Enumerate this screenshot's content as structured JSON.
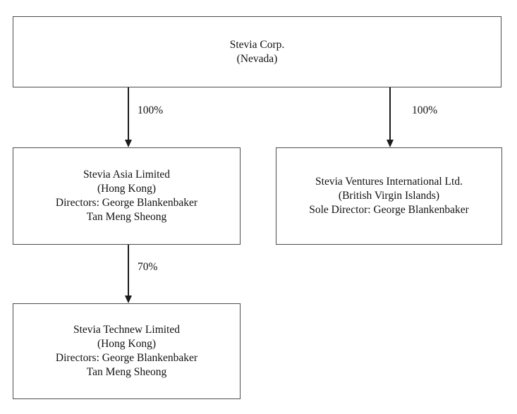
{
  "chart_data": {
    "type": "diagram",
    "diagram_kind": "organizational-ownership-chart",
    "title": "",
    "nodes": [
      {
        "id": "parent",
        "lines": [
          "Stevia Corp.",
          "(Nevada)"
        ],
        "name": "Stevia Corp.",
        "jurisdiction": "(Nevada)"
      },
      {
        "id": "asia",
        "lines": [
          "Stevia Asia Limited",
          "(Hong Kong)",
          "Directors: George Blankenbaker",
          "Tan Meng Sheong"
        ],
        "name": "Stevia Asia Limited",
        "jurisdiction": "(Hong Kong)",
        "directors": [
          "George Blankenbaker",
          "Tan Meng Sheong"
        ]
      },
      {
        "id": "ventures",
        "lines": [
          "Stevia Ventures International Ltd.",
          "(British Virgin Islands)",
          "Sole Director: George Blankenbaker"
        ],
        "name": "Stevia Ventures International Ltd.",
        "jurisdiction": "(British Virgin Islands)",
        "directors": [
          "George Blankenbaker"
        ]
      },
      {
        "id": "technew",
        "lines": [
          "Stevia Technew Limited",
          "(Hong Kong)",
          "Directors: George Blankenbaker",
          "Tan Meng Sheong"
        ],
        "name": "Stevia Technew Limited",
        "jurisdiction": "(Hong Kong)",
        "directors": [
          "George Blankenbaker",
          "Tan Meng Sheong"
        ]
      }
    ],
    "edges": [
      {
        "from": "parent",
        "to": "asia",
        "label": "100%"
      },
      {
        "from": "parent",
        "to": "ventures",
        "label": "100%"
      },
      {
        "from": "asia",
        "to": "technew",
        "label": "70%"
      }
    ],
    "colors": {
      "background": "#ffffff",
      "box_border": "#4d4d4d",
      "connector": "#1a1a1a",
      "text": "#111111"
    }
  },
  "boxes": {
    "parent": {
      "line1": "Stevia Corp.",
      "line2": "(Nevada)"
    },
    "asia": {
      "line1": "Stevia Asia Limited",
      "line2": "(Hong Kong)",
      "line3": "Directors: George Blankenbaker",
      "line4": "Tan Meng Sheong"
    },
    "ventures": {
      "line1": "Stevia Ventures International Ltd.",
      "line2": "(British Virgin Islands)",
      "line3": "Sole Director: George Blankenbaker"
    },
    "technew": {
      "line1": "Stevia Technew Limited",
      "line2": "(Hong Kong)",
      "line3": "Directors: George Blankenbaker",
      "line4": "Tan Meng Sheong"
    }
  },
  "edge_labels": {
    "parent_to_asia": "100%",
    "parent_to_ventures": "100%",
    "asia_to_technew": "70%"
  }
}
